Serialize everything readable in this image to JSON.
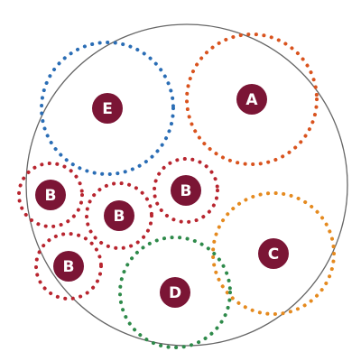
{
  "diagram": {
    "outer_circle": {
      "stroke_color": "#666666"
    },
    "badge_color": "#7b1535",
    "circles": [
      {
        "id": "E",
        "label": "E",
        "color": "#2a6db5"
      },
      {
        "id": "A",
        "label": "A",
        "color": "#d9531e"
      },
      {
        "id": "B1",
        "label": "B",
        "color": "#b8252f"
      },
      {
        "id": "B2",
        "label": "B",
        "color": "#b8252f"
      },
      {
        "id": "B3",
        "label": "B",
        "color": "#b8252f"
      },
      {
        "id": "B4",
        "label": "B",
        "color": "#b8252f"
      },
      {
        "id": "C",
        "label": "C",
        "color": "#e58a1f"
      },
      {
        "id": "D",
        "label": "D",
        "color": "#2e8a4a"
      }
    ]
  }
}
